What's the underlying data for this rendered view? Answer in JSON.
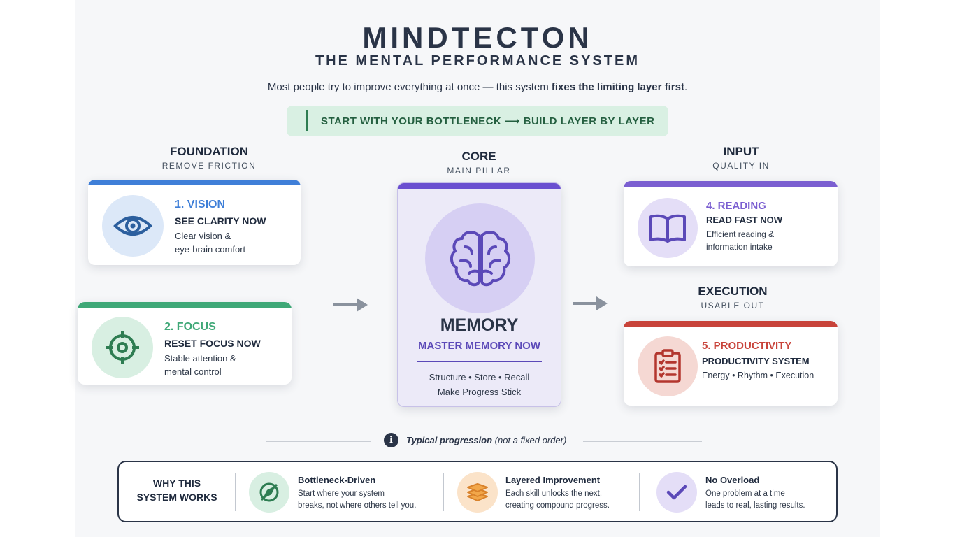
{
  "header": {
    "title": "MINDTECTON",
    "subtitle": "THE MENTAL PERFORMANCE SYSTEM",
    "tagline_prefix": "Most people try to improve everything at once — this system ",
    "tagline_bold": "fixes the limiting layer first",
    "tagline_suffix": "."
  },
  "banner": {
    "text": "START WITH YOUR BOTTLENECK ⟶ BUILD LAYER BY LAYER",
    "color": "#d9f0e3"
  },
  "columns": {
    "foundation": {
      "title": "FOUNDATION",
      "subtitle": "REMOVE FRICTION"
    },
    "core": {
      "title": "CORE",
      "subtitle": "MAIN PILLAR"
    },
    "input": {
      "title": "INPUT",
      "subtitle": "QUALITY IN"
    },
    "execution": {
      "title": "EXECUTION",
      "subtitle": "USABLE OUT"
    }
  },
  "cards": {
    "vision": {
      "number_label": "1. VISION",
      "title": "SEE CLARITY NOW",
      "desc_line1": "Clear vision &",
      "desc_line2": "eye-brain comfort",
      "icon": "eye-icon",
      "accent": "#3f7fd8"
    },
    "focus": {
      "number_label": "2. FOCUS",
      "title": "RESET FOCUS NOW",
      "desc_line1": "Stable attention &",
      "desc_line2": "mental control",
      "icon": "target-icon",
      "accent": "#3fa877"
    },
    "reading": {
      "number_label": "4. READING",
      "title": "READ FAST NOW",
      "desc_line1": "Efficient reading &",
      "desc_line2": "information intake",
      "icon": "book-icon",
      "accent": "#7b5fd1"
    },
    "productivity": {
      "number_label": "5. PRODUCTIVITY",
      "title": "PRODUCTIVITY SYSTEM",
      "desc_line1": "Energy • Rhythm • Execution",
      "icon": "clipboard-icon",
      "accent": "#c8433a"
    }
  },
  "core_card": {
    "title": "MEMORY",
    "subtitle": "MASTER MEMORY NOW",
    "desc_line1": "Structure • Store • Recall",
    "desc_line2": "Make Progress Stick",
    "icon": "brain-icon",
    "accent": "#6a4fd0"
  },
  "note": {
    "bold": "Typical progression",
    "rest": " (not a fixed order)"
  },
  "why": {
    "label_line1": "WHY THIS",
    "label_line2": "SYSTEM WORKS",
    "items": [
      {
        "title": "Bottleneck-Driven",
        "line1": "Start where your system",
        "line2": "breaks, not where others tell you.",
        "icon": "compass-icon"
      },
      {
        "title": "Layered Improvement",
        "line1": "Each skill unlocks the next,",
        "line2": "creating compound progress.",
        "icon": "layers-icon"
      },
      {
        "title": "No Overload",
        "line1": "One problem at a time",
        "line2": "leads to real, lasting results.",
        "icon": "check-icon"
      }
    ]
  }
}
